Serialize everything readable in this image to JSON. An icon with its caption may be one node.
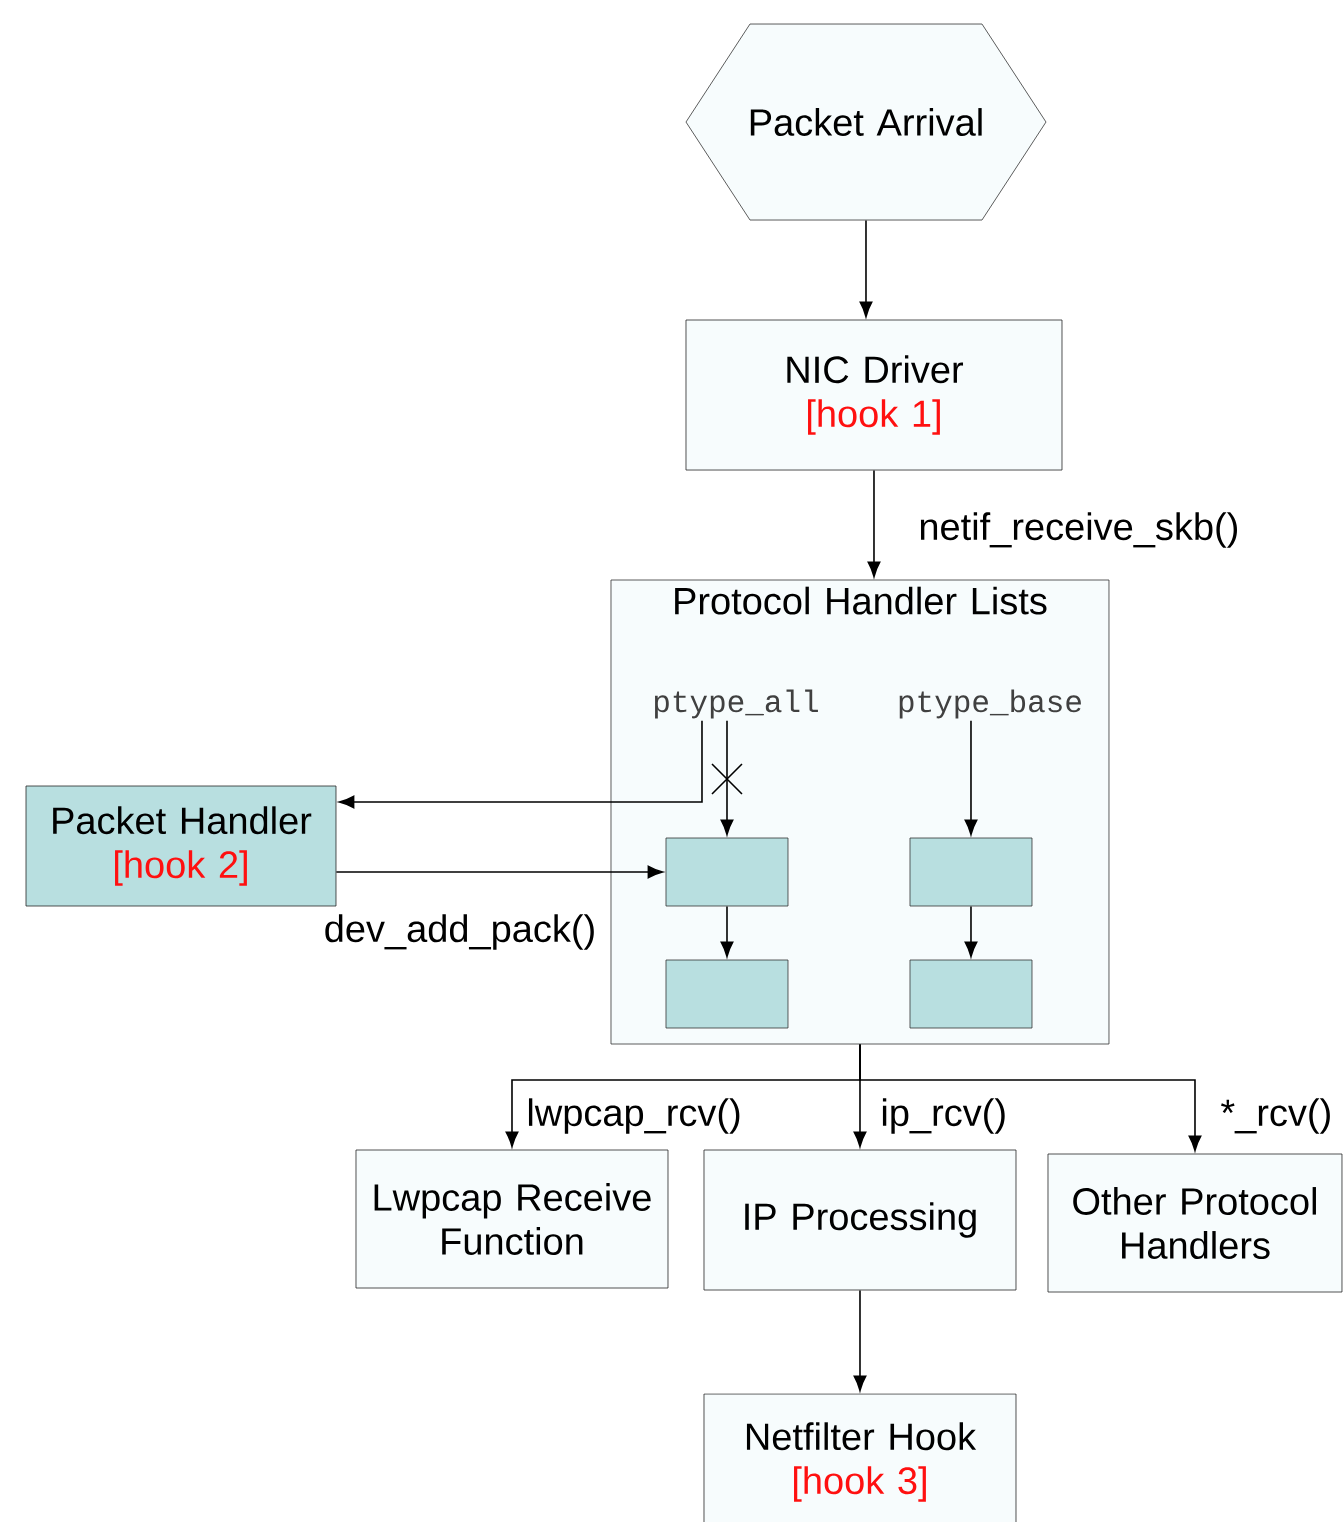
{
  "diagram": {
    "nodes": [
      {
        "text": [
          "Packet Arrival"
        ]
      },
      {
        "text": [
          "NIC Driver",
          "[hook 1]"
        ]
      },
      {
        "text": [
          "Protocol Handler Lists"
        ]
      },
      {
        "text": [
          "ptype_all"
        ],
        "in": 2
      },
      {
        "text": [
          "ptype_base"
        ],
        "in": 2
      },
      {
        "text": [
          "Packet Handler",
          "[hook 2]"
        ]
      },
      {
        "text": [],
        "shape": "box",
        "in": 2
      },
      {
        "text": [],
        "shape": "box",
        "in": 2
      },
      {
        "text": [],
        "shape": "box",
        "in": 2
      },
      {
        "text": [],
        "shape": "box",
        "in": 2
      },
      {
        "text": [
          "Lwpcap Receive Function"
        ]
      },
      {
        "text": [
          "IP Processing"
        ]
      },
      {
        "text": [
          "Other Protocol Handlers"
        ]
      },
      {
        "text": [
          "Netfilter Hook",
          "[hook 3]"
        ]
      }
    ],
    "edges": [
      {
        "from": 0,
        "to": 1,
        "arrow": "to"
      },
      {
        "from": 1,
        "to": 2,
        "arrow": "to",
        "label": "netif_receive_skb()"
      },
      {
        "from": 3,
        "to": 5,
        "arrow": "to"
      },
      {
        "from": 3,
        "to": 6,
        "arrow": "to"
      },
      {
        "from": 5,
        "to": 6,
        "arrow": "to",
        "label": "dev_add_pack()"
      },
      {
        "from": 4,
        "to": 7,
        "arrow": "to"
      },
      {
        "from": 6,
        "to": 8,
        "arrow": "to"
      },
      {
        "from": 7,
        "to": 9,
        "arrow": "to"
      },
      {
        "from": 2,
        "to": 10,
        "arrow": "to",
        "label": "lwpcap_rcv()"
      },
      {
        "from": 2,
        "to": 11,
        "arrow": "to",
        "label": "ip_rcv()"
      },
      {
        "from": 2,
        "to": 12,
        "arrow": "to",
        "label": "*_rcv()"
      },
      {
        "from": 11,
        "to": 13,
        "arrow": "to"
      }
    ]
  }
}
